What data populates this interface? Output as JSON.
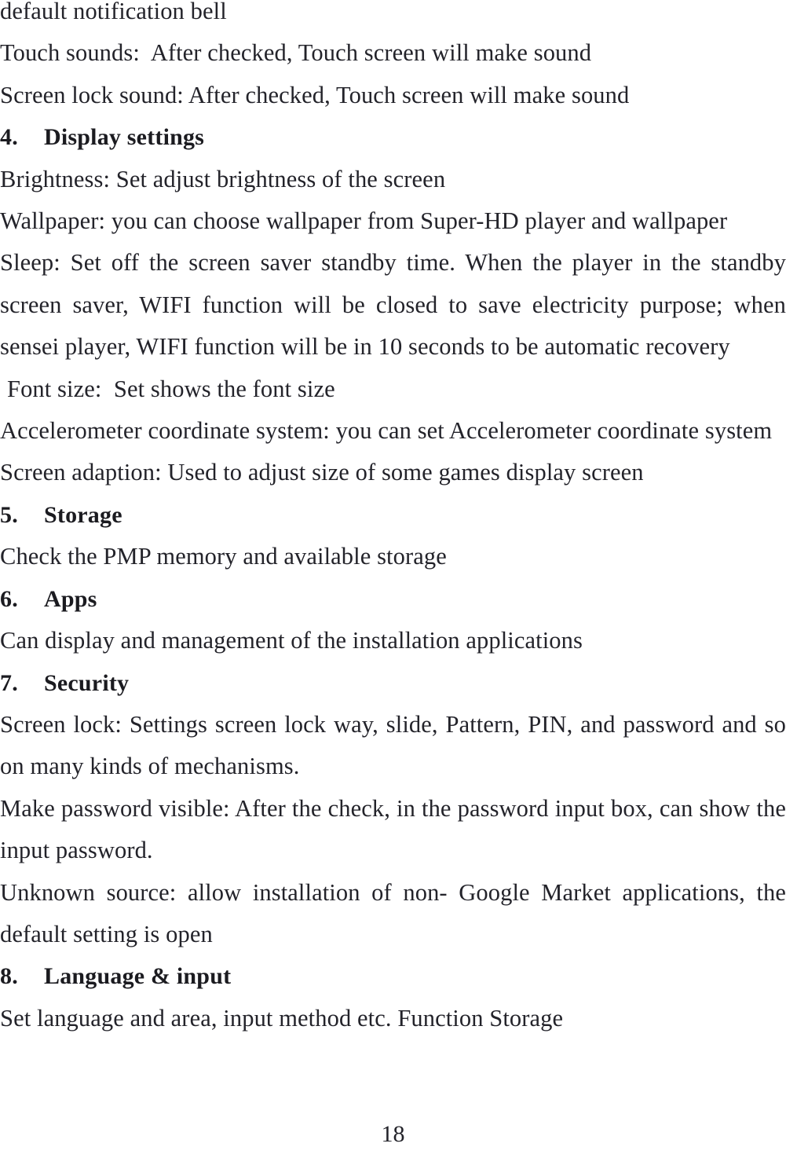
{
  "document": {
    "page_number": "18",
    "text_color": "#23232a",
    "background_color": "#ffffff",
    "blocks": [
      {
        "kind": "line",
        "name": "line-default-notification-bell",
        "text": "default notification bell"
      },
      {
        "kind": "line",
        "name": "line-touch-sounds",
        "text": "Touch sounds:  After checked, Touch screen will make sound"
      },
      {
        "kind": "line",
        "name": "line-screen-lock-sound",
        "text": "Screen lock sound: After checked, Touch screen will make sound"
      },
      {
        "kind": "heading",
        "name": "heading-display-settings",
        "number": "4.",
        "title": "Display settings"
      },
      {
        "kind": "line",
        "name": "line-brightness",
        "text": "Brightness: Set adjust brightness of the screen"
      },
      {
        "kind": "line",
        "name": "line-wallpaper",
        "text": "Wallpaper: you can choose wallpaper from Super-HD player and wallpaper"
      },
      {
        "kind": "paragraph",
        "name": "paragraph-sleep",
        "text": "Sleep: Set off the screen saver standby time. When the player in the standby screen saver, WIFI function will be closed to save electricity purpose; when sensei player, WIFI function will be in 10 seconds to be automatic recovery"
      },
      {
        "kind": "line-indented",
        "name": "line-font-size",
        "text": "Font size:  Set shows the font size"
      },
      {
        "kind": "line",
        "name": "line-accelerometer",
        "text": "Accelerometer coordinate system: you can set Accelerometer coordinate system"
      },
      {
        "kind": "line",
        "name": "line-screen-adaption",
        "text": "Screen adaption: Used to adjust size of some games display screen"
      },
      {
        "kind": "heading",
        "name": "heading-storage",
        "number": "5.",
        "title": "Storage"
      },
      {
        "kind": "line",
        "name": "line-check-pmp-memory",
        "text": "Check the PMP memory and available storage"
      },
      {
        "kind": "heading",
        "name": "heading-apps",
        "number": "6.",
        "title": "Apps"
      },
      {
        "kind": "line",
        "name": "line-can-display-management",
        "text": "Can display and management of the installation applications"
      },
      {
        "kind": "heading",
        "name": "heading-security",
        "number": "7.",
        "title": "Security"
      },
      {
        "kind": "paragraph",
        "name": "paragraph-screen-lock",
        "text": "Screen lock: Settings screen lock way, slide, Pattern, PIN, and password and so on many kinds of mechanisms."
      },
      {
        "kind": "paragraph",
        "name": "paragraph-make-password-visible",
        "text": "Make password visible: After the check, in the password input box, can show the input password."
      },
      {
        "kind": "paragraph",
        "name": "paragraph-unknown-source",
        "text": "Unknown source: allow installation of non- Google Market applications, the default setting is open"
      },
      {
        "kind": "heading",
        "name": "heading-language-input",
        "number": "8.",
        "title": "Language & input"
      },
      {
        "kind": "line",
        "name": "line-set-language",
        "text": "Set language and area, input method etc. Function Storage"
      }
    ]
  }
}
